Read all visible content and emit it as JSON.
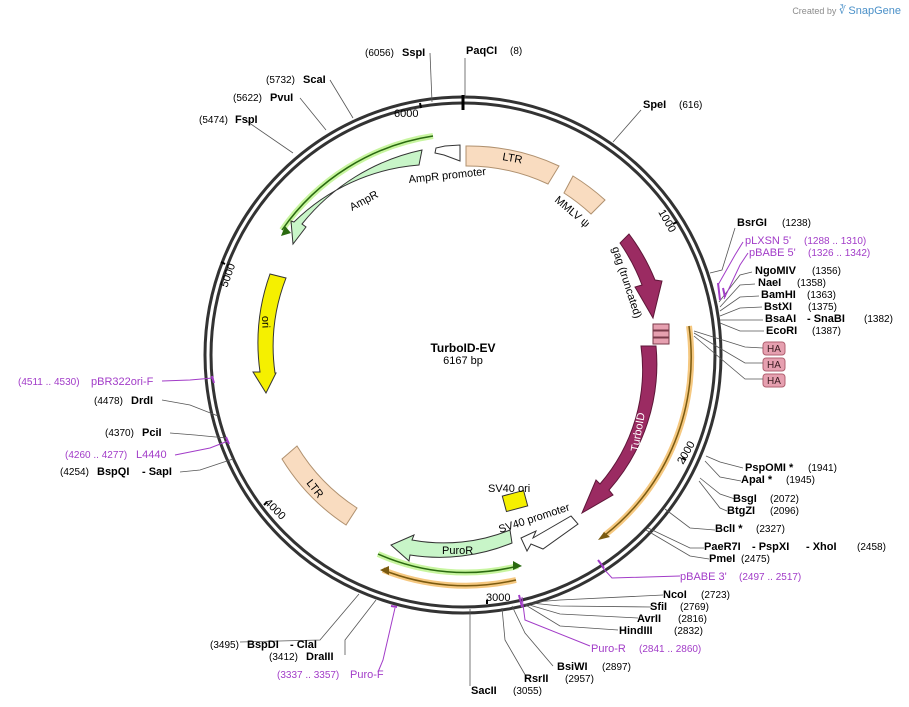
{
  "credit": {
    "prefix": "Created by",
    "brand": "SnapGene"
  },
  "plasmid": {
    "name": "TurboID-EV",
    "size_label": "6167 bp",
    "length": 6167
  },
  "ticks": [
    "1000",
    "2000",
    "3000",
    "4000",
    "5000",
    "6000"
  ],
  "features": [
    {
      "name": "LTR",
      "label": "LTR",
      "color": "#f9dcc0",
      "dir": "none"
    },
    {
      "name": "mmlv-psi",
      "label": "MMLV ψ",
      "color": "#f9dcc0",
      "dir": "none"
    },
    {
      "name": "gag-truncated",
      "label": "gag (truncated)",
      "color": "#9b2b62",
      "dir": "cw"
    },
    {
      "name": "turboid",
      "label": "TurboID",
      "color": "#9b2b62",
      "dir": "cw"
    },
    {
      "name": "sv40-ori",
      "label": "SV40 ori",
      "color": "#f5f000",
      "dir": "none"
    },
    {
      "name": "sv40-promoter",
      "label": "SV40 promoter",
      "color": "#ffffff",
      "dir": "ccw"
    },
    {
      "name": "puror",
      "label": "PuroR",
      "color": "#c8f5c8",
      "dir": "ccw"
    },
    {
      "name": "ltr-3",
      "label": "LTR",
      "color": "#f9dcc0",
      "dir": "none"
    },
    {
      "name": "ori",
      "label": "ori",
      "color": "#f5f000",
      "dir": "ccw"
    },
    {
      "name": "ampr",
      "label": "AmpR",
      "color": "#c8f5c8",
      "dir": "ccw"
    },
    {
      "name": "ampr-promoter",
      "label": "AmpR promoter",
      "color": "#ffffff",
      "dir": "ccw"
    }
  ],
  "ha_tags": [
    "HA",
    "HA",
    "HA"
  ],
  "sites": [
    {
      "name": "PaqCI",
      "pos": "(8)"
    },
    {
      "name": "SpeI",
      "pos": "(616)"
    },
    {
      "name": "BsrGI",
      "pos": "(1238)"
    },
    {
      "name": "NgoMIV",
      "pos": "(1356)"
    },
    {
      "name": "NaeI",
      "pos": "(1358)"
    },
    {
      "name": "BamHI",
      "pos": "(1363)"
    },
    {
      "name": "BstXI",
      "pos": "(1375)"
    },
    {
      "name": "BsaAI",
      "pos": ""
    },
    {
      "name": "- SnaBI",
      "pos": "(1382)"
    },
    {
      "name": "EcoRI",
      "pos": "(1387)"
    },
    {
      "name": "PspOMI *",
      "pos": "(1941)"
    },
    {
      "name": "ApaI *",
      "pos": "(1945)"
    },
    {
      "name": "BsgI",
      "pos": "(2072)"
    },
    {
      "name": "BtgZI",
      "pos": "(2096)"
    },
    {
      "name": "BclI *",
      "pos": "(2327)"
    },
    {
      "name": "PaeR7I",
      "pos": ""
    },
    {
      "name": "- PspXI",
      "pos": ""
    },
    {
      "name": "- XhoI",
      "pos": "(2458)"
    },
    {
      "name": "PmeI",
      "pos": "(2475)"
    },
    {
      "name": "NcoI",
      "pos": "(2723)"
    },
    {
      "name": "SfiI",
      "pos": "(2769)"
    },
    {
      "name": "AvrII",
      "pos": "(2816)"
    },
    {
      "name": "HindIII",
      "pos": "(2832)"
    },
    {
      "name": "BsiWI",
      "pos": "(2897)"
    },
    {
      "name": "RsrII",
      "pos": "(2957)"
    },
    {
      "name": "SacII",
      "pos": "(3055)"
    },
    {
      "name": "DraIII",
      "pos": "(3412)"
    },
    {
      "name": "BspDI",
      "pos": "(3495)"
    },
    {
      "name": "- ClaI",
      "pos": ""
    },
    {
      "name": "BspQI",
      "pos": "(4254)"
    },
    {
      "name": "- SapI",
      "pos": ""
    },
    {
      "name": "PciI",
      "pos": "(4370)"
    },
    {
      "name": "DrdI",
      "pos": "(4478)"
    },
    {
      "name": "FspI",
      "pos": "(5474)"
    },
    {
      "name": "PvuI",
      "pos": "(5622)"
    },
    {
      "name": "ScaI",
      "pos": "(5732)"
    },
    {
      "name": "SspI",
      "pos": "(6056)"
    }
  ],
  "primers": [
    {
      "name": "pLXSN 5'",
      "pos": "(1288 .. 1310)"
    },
    {
      "name": "pBABE 5'",
      "pos": "(1326 .. 1342)"
    },
    {
      "name": "pBABE 3'",
      "pos": "(2497 .. 2517)"
    },
    {
      "name": "Puro-R",
      "pos": "(2841 .. 2860)"
    },
    {
      "name": "Puro-F",
      "pos": "(3337 .. 3357)"
    },
    {
      "name": "L4440",
      "pos": "(4260 .. 4277)"
    },
    {
      "name": "pBR322ori-F",
      "pos": "(4511 .. 4530)"
    }
  ]
}
